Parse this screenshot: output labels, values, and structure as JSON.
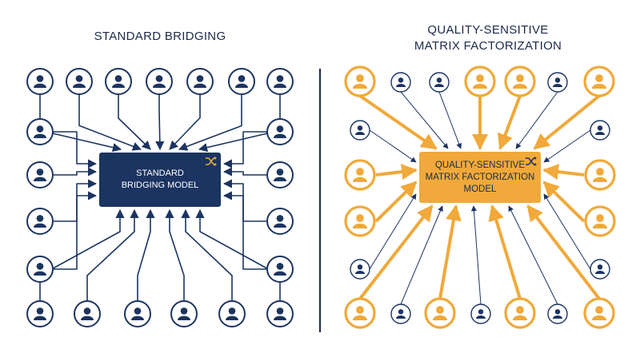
{
  "left_panel": {
    "title": "STANDARD BRIDGING",
    "model_label": [
      "STANDARD",
      "BRIDGING MODEL"
    ],
    "icon": "shuffle-icon",
    "color_node": "#1c3461",
    "color_box": "#1c3461"
  },
  "right_panel": {
    "title": [
      "QUALITY-SENSITIVE",
      "MATRIX FACTORIZATION"
    ],
    "model_label": [
      "QUALITY-SENSITIVE",
      "MATRIX FACTORIZATION",
      "MODEL"
    ],
    "icon": "shuffle-icon",
    "color_high_quality": "#f0a93a",
    "color_low_quality": "#1c3461",
    "color_box": "#f0a93a"
  },
  "node_icon": "user-icon"
}
